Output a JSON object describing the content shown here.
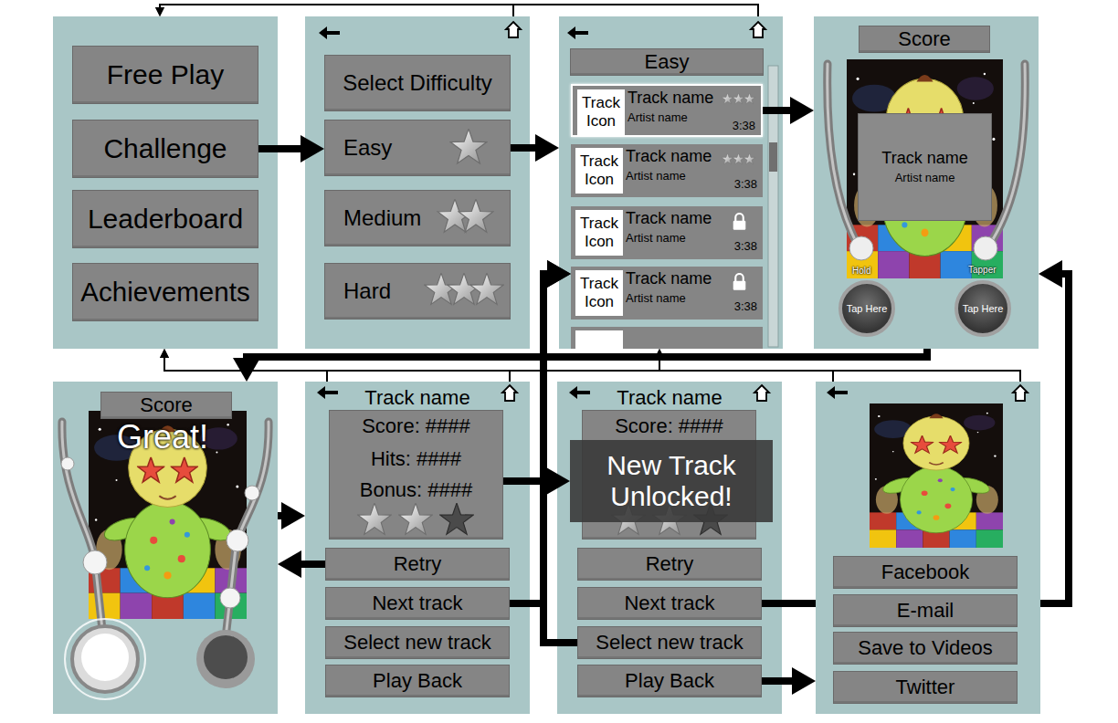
{
  "diagram": {
    "nodes": [
      {
        "text": []
      },
      {
        "text": [
          "Free Play"
        ],
        "in": 0
      },
      {
        "text": [
          "Challenge"
        ],
        "in": 0
      },
      {
        "text": [
          "Leaderboard"
        ],
        "in": 0
      },
      {
        "text": [
          "Achievements"
        ],
        "in": 0
      },
      {
        "text": []
      },
      {
        "text": [
          "Select Difficulty"
        ],
        "in": 5
      },
      {
        "text": [
          "Easy"
        ],
        "in": 5
      },
      {
        "text": [
          "Medium"
        ],
        "in": 5
      },
      {
        "text": [
          "Hard"
        ],
        "in": 5
      },
      {
        "text": []
      },
      {
        "text": [
          "Easy"
        ],
        "in": 10
      },
      {
        "text": [
          "Track name",
          "Artist name",
          "3:38"
        ],
        "in": 10
      },
      {
        "text": [
          "Track Icon"
        ],
        "in": 12
      },
      {
        "text": [
          "Track name",
          "Artist name",
          "3:38"
        ],
        "in": 10
      },
      {
        "text": [
          "Track Icon"
        ],
        "in": 14
      },
      {
        "text": [
          "Track name",
          "Artist name",
          "3:38"
        ],
        "in": 10
      },
      {
        "text": [
          "Track Icon"
        ],
        "in": 16
      },
      {
        "text": [
          "Track name",
          "Artist name",
          "3:38"
        ],
        "in": 10
      },
      {
        "text": [
          "Track Icon"
        ],
        "in": 18
      },
      {
        "text": []
      },
      {
        "text": [
          "Score"
        ],
        "in": 20
      },
      {
        "text": [
          "Track name",
          "Artist name"
        ],
        "in": 20
      },
      {
        "text": [
          "Tap Here"
        ],
        "in": 20
      },
      {
        "text": [
          "Tap Here"
        ],
        "in": 20
      },
      {
        "text": []
      },
      {
        "text": [
          "Score"
        ],
        "in": 25
      },
      {
        "text": [
          "Track name"
        ]
      },
      {
        "text": [
          "Score: ####",
          "Hits: ####",
          "Bonus: ####"
        ],
        "in": 27
      },
      {
        "text": [
          "Retry"
        ],
        "in": 27
      },
      {
        "text": [
          "Next track"
        ],
        "in": 27
      },
      {
        "text": [
          "Select new track"
        ],
        "in": 27
      },
      {
        "text": [
          "Play Back"
        ],
        "in": 27
      },
      {
        "text": [
          "Track name"
        ]
      },
      {
        "text": [
          "Score: ####"
        ],
        "in": 33
      },
      {
        "text": [
          "New Track Unlocked!"
        ],
        "in": 33
      },
      {
        "text": [
          "Retry"
        ],
        "in": 33
      },
      {
        "text": [
          "Next track"
        ],
        "in": 33
      },
      {
        "text": [
          "Select new track"
        ],
        "in": 33
      },
      {
        "text": [
          "Play Back"
        ],
        "in": 33
      },
      {
        "text": []
      },
      {
        "text": [
          "Facebook"
        ],
        "in": 40
      },
      {
        "text": [
          "E-mail"
        ],
        "in": 40
      },
      {
        "text": [
          "Save to Videos"
        ],
        "in": 40
      },
      {
        "text": [
          "Twitter"
        ],
        "in": 40
      }
    ],
    "edges": [
      {
        "from": 2,
        "to": 7,
        "arrow": "to"
      },
      {
        "from": 7,
        "to": 10,
        "arrow": "to"
      },
      {
        "from": 12,
        "to": 20,
        "arrow": "to"
      },
      {
        "from": 5,
        "to": 0,
        "arrow": "to"
      },
      {
        "from": 10,
        "to": 0,
        "arrow": "to"
      },
      {
        "from": 20,
        "to": 25,
        "arrow": "to"
      },
      {
        "from": 25,
        "to": 27,
        "arrow": "to"
      },
      {
        "from": 29,
        "to": 25,
        "arrow": "to"
      },
      {
        "from": 28,
        "to": 35,
        "arrow": "to"
      },
      {
        "from": 30,
        "to": 18,
        "arrow": "to"
      },
      {
        "from": 38,
        "to": 18,
        "arrow": "to"
      },
      {
        "from": 37,
        "to": 20,
        "arrow": "to"
      },
      {
        "from": 39,
        "to": 40,
        "arrow": "to"
      },
      {
        "from": 27,
        "to": 0,
        "arrow": "to"
      },
      {
        "from": 27,
        "to": 10,
        "arrow": "to"
      },
      {
        "from": 40,
        "to": 0,
        "arrow": "to"
      },
      {
        "from": 40,
        "to": 10,
        "arrow": "to"
      }
    ],
    "labels": [
      "Hold",
      "Tapper",
      "Great!"
    ]
  }
}
